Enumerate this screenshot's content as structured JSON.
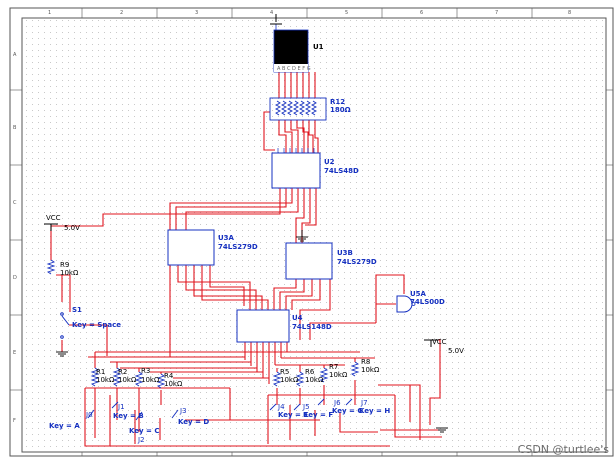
{
  "schematic": {
    "components": {
      "display": {
        "ref": "U1",
        "pins": "ABCDEFG"
      },
      "resistor_pack": {
        "ref": "R12",
        "value": "180Ω"
      },
      "decoder": {
        "ref": "U2",
        "part": "74LS48D"
      },
      "latch_a": {
        "ref": "U3A",
        "part": "74LS279D"
      },
      "latch_b": {
        "ref": "U3B",
        "part": "74LS279D"
      },
      "encoder": {
        "ref": "U4",
        "part": "74LS148D"
      },
      "nand": {
        "ref": "U5A",
        "part": "74LS00D"
      },
      "vcc_left": {
        "name": "VCC",
        "value": "5.0V"
      },
      "vcc_right": {
        "name": "VCC",
        "value": "5.0V"
      },
      "r9": {
        "ref": "R9",
        "value": "10kΩ"
      },
      "s1": {
        "ref": "S1",
        "key": "Key = Space"
      },
      "resistors": [
        {
          "ref": "R1",
          "value": "10kΩ"
        },
        {
          "ref": "R2",
          "value": "10kΩ"
        },
        {
          "ref": "R3",
          "value": "10kΩ"
        },
        {
          "ref": "R4",
          "value": "10kΩ"
        },
        {
          "ref": "R5",
          "value": "10kΩ"
        },
        {
          "ref": "R6",
          "value": "10kΩ"
        },
        {
          "ref": "R7",
          "value": "10kΩ"
        },
        {
          "ref": "R8",
          "value": "10kΩ"
        }
      ],
      "switches": [
        {
          "ref": "J0",
          "key": "Key = A"
        },
        {
          "ref": "J1",
          "key": "Key = B"
        },
        {
          "ref": "J2",
          "key": "Key = C"
        },
        {
          "ref": "J3",
          "key": "Key = D"
        },
        {
          "ref": "J4",
          "key": "Key = E"
        },
        {
          "ref": "J5",
          "key": "Key = F"
        },
        {
          "ref": "J6",
          "key": "Key = G"
        },
        {
          "ref": "J7",
          "key": "Key = H"
        }
      ]
    },
    "ruler": {
      "top": [
        "1",
        "2",
        "3",
        "4",
        "5",
        "6",
        "7",
        "8"
      ],
      "side": [
        "A",
        "B",
        "C",
        "D",
        "E",
        "F"
      ]
    }
  },
  "watermark": "CSDN @turtlee's",
  "colors": {
    "wire": "#e0141e",
    "component": "#1530c0",
    "frame": "#555555",
    "grid_dot": "#c9c9c9"
  }
}
